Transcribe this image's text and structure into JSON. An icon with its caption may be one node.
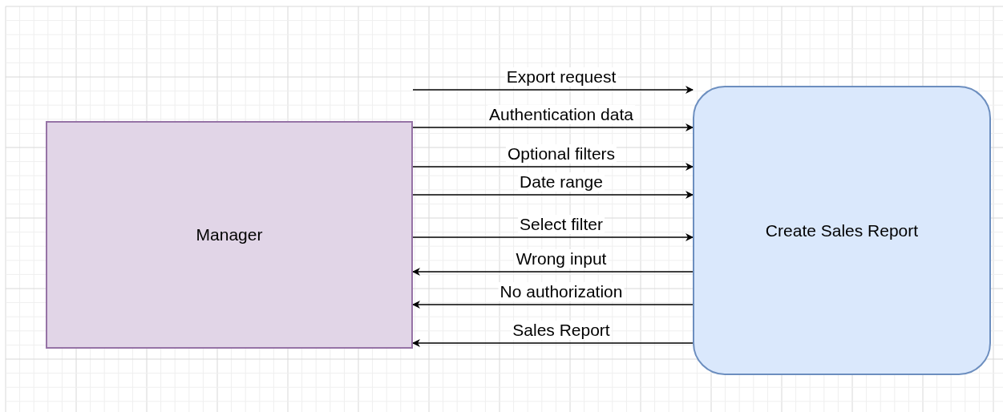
{
  "diagram": {
    "nodes": [
      {
        "text": [
          "Manager"
        ]
      },
      {
        "text": [
          "Create Sales Report"
        ]
      }
    ],
    "edges": [
      {
        "from": 0,
        "to": 1,
        "arrow": "to",
        "label": "Export request"
      },
      {
        "from": 0,
        "to": 1,
        "arrow": "to",
        "label": "Authentication data"
      },
      {
        "from": 0,
        "to": 1,
        "arrow": "to",
        "label": "Optional filters"
      },
      {
        "from": 0,
        "to": 1,
        "arrow": "to",
        "label": "Date range"
      },
      {
        "from": 0,
        "to": 1,
        "arrow": "to",
        "label": "Select filter"
      },
      {
        "from": 1,
        "to": 0,
        "arrow": "to",
        "label": "Wrong input"
      },
      {
        "from": 1,
        "to": 0,
        "arrow": "to",
        "label": "No authorization"
      },
      {
        "from": 1,
        "to": 0,
        "arrow": "to",
        "label": "Sales Report"
      }
    ]
  }
}
